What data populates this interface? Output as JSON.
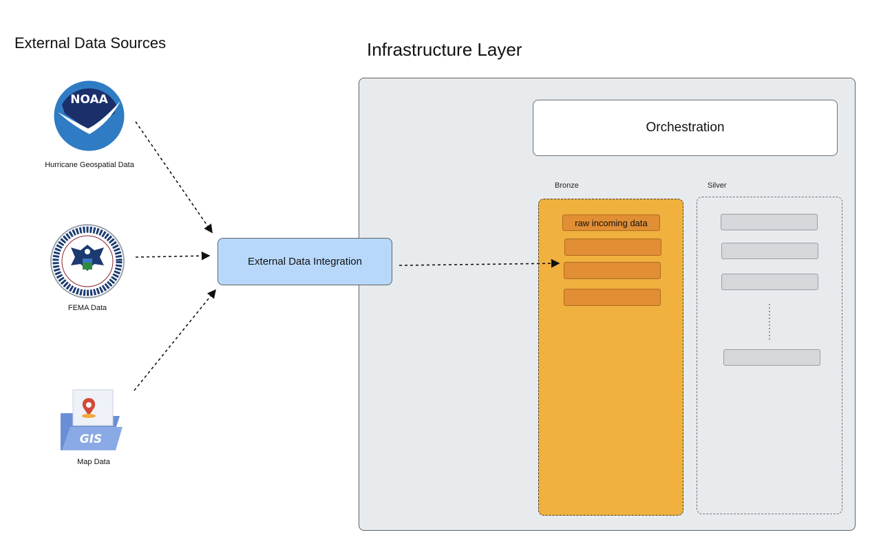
{
  "titles": {
    "external": "External Data Sources",
    "infrastructure": "Infrastructure Layer"
  },
  "sources": [
    {
      "label": "Hurricane Geospatial Data",
      "icon": "noaa-logo-icon"
    },
    {
      "label": "FEMA Data",
      "icon": "dhs-seal-icon"
    },
    {
      "label": "Map Data",
      "icon": "gis-folder-icon"
    }
  ],
  "logos": {
    "noaa_text": "NOAA",
    "gis_text": "GIS"
  },
  "integration": {
    "label": "External Data Integration"
  },
  "orchestration": {
    "label": "Orchestration"
  },
  "bronze": {
    "label": "Bronze",
    "items": [
      "raw incoming data",
      "",
      "",
      ""
    ]
  },
  "silver": {
    "label": "Silver",
    "items": [
      "",
      "",
      "",
      ""
    ]
  },
  "colors": {
    "bronze_lane": "#f0b13e",
    "bronze_item": "#e18e34",
    "integration": "#b7d8fb",
    "infra_bg": "#e8ebee",
    "noaa_blue": "#1e5aa8",
    "noaa_navy": "#1b2f6b"
  }
}
